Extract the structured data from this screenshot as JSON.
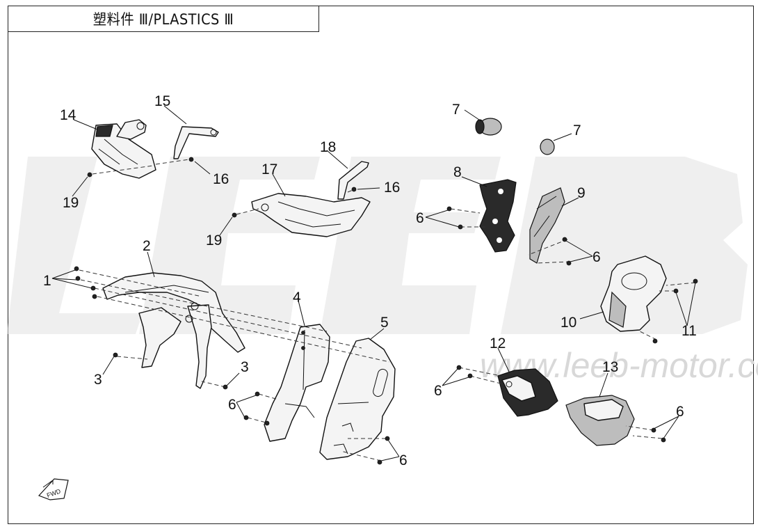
{
  "title": "塑料件 Ⅲ/PLASTICS Ⅲ",
  "watermark": {
    "brand": "LEEB",
    "url": "www.leeb-motor.com"
  },
  "fwd_label": "FWD",
  "callouts": {
    "c1": "1",
    "c2": "2",
    "c3a": "3",
    "c3b": "3",
    "c4": "4",
    "c5": "5",
    "c6a": "6",
    "c6b": "6",
    "c6c": "6",
    "c6d": "6",
    "c6e": "6",
    "c6f": "6",
    "c7a": "7",
    "c7b": "7",
    "c8": "8",
    "c9": "9",
    "c10": "10",
    "c11": "11",
    "c12": "12",
    "c13": "13",
    "c14": "14",
    "c15": "15",
    "c16a": "16",
    "c16b": "16",
    "c17": "17",
    "c18": "18",
    "c19a": "19",
    "c19b": "19"
  },
  "colors": {
    "line": "#111111",
    "watermark": "#e2e2e2",
    "part_fill": "#f4f4f4"
  }
}
